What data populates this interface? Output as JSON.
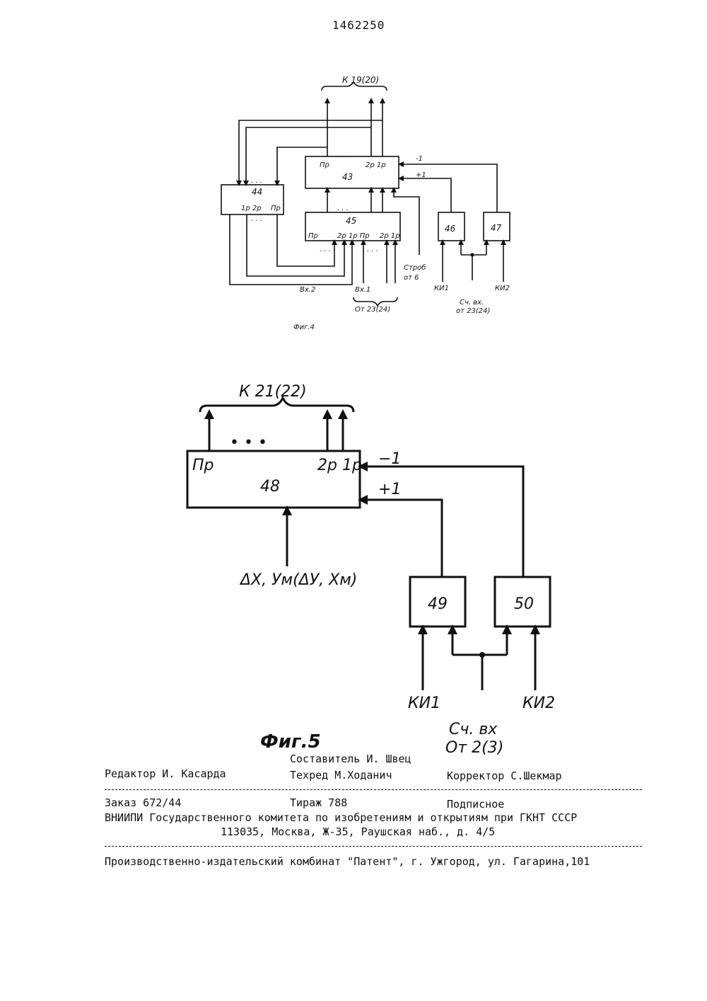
{
  "header": {
    "patent_number": "1462250"
  },
  "fig4": {
    "caption": "Фиг.4",
    "top_target": "К 19(20)",
    "blocks": {
      "b43": "43",
      "b44": "44",
      "b45": "45",
      "b46": "46",
      "b47": "47"
    },
    "pins": {
      "pr": "Пр",
      "p2": "2р",
      "p1": "1р",
      "p1p2": "1р 2р",
      "p2p1": "2р 1р",
      "p2p1_pr": "2р 1р Пр"
    },
    "signals": {
      "minus1": "-1",
      "plus1": "+1",
      "strob_1": "Строб",
      "strob_2": "от 6"
    },
    "inputs": {
      "vx2": "Вх.2",
      "vx1": "Вх.1",
      "from_23": "От 23(24)",
      "ki1": "КИ1",
      "ki2": "КИ2",
      "cnt_1": "Сч. вх.",
      "cnt_2": "от 23(24)"
    },
    "dots": ". . ."
  },
  "fig5": {
    "caption": "Фиг.5",
    "top_target": "К 21(22)",
    "blocks": {
      "b48": "48",
      "b49": "49",
      "b50": "50"
    },
    "pins": {
      "pr": "Пр",
      "p2p1": "2р 1р"
    },
    "signals": {
      "minus1": "−1",
      "plus1": "+1"
    },
    "input_main": "ΔX, Ум(ΔУ, Хм)",
    "ki1": "КИ1",
    "ki2": "КИ2",
    "cnt_1": "Сч. вх",
    "cnt_2": "От 2(3)",
    "dots": "• • •"
  },
  "colophon": {
    "compiler": "Составитель И. Швец",
    "editor": "Редактор И. Касарда",
    "techred": "Техред  М.Ходанич",
    "corrector": "Корректор С.Шекмар",
    "order": "Заказ 672/44",
    "circulation": "Тираж 788",
    "subscription": "Подписное",
    "org": "ВНИИПИ Государственного комитета по изобретениям и открытиям при ГКНТ СССР",
    "address": "113035, Москва, Ж-35, Раушская наб., д. 4/5",
    "printer": "Производственно-издательский комбинат \"Патент\", г. Ужгород, ул. Гагарина,101"
  }
}
